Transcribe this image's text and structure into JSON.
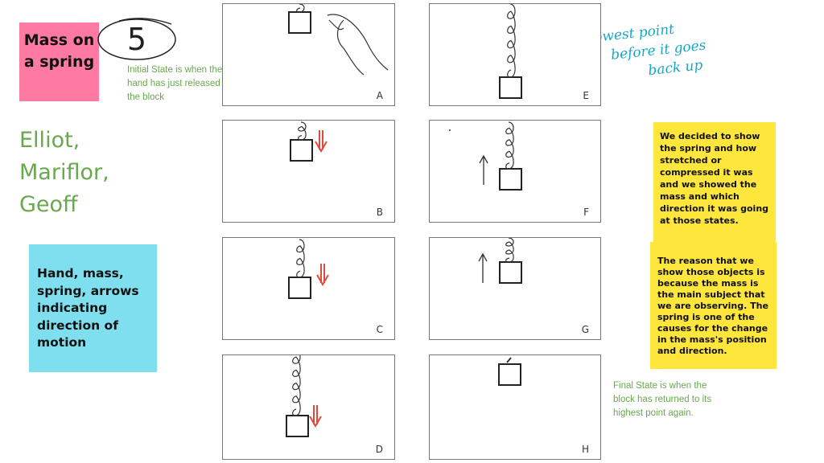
{
  "title_note": {
    "text": "Mass on a spring",
    "color": "#ff7aa3"
  },
  "group_number": "5",
  "initial_state": "Initial State is when the hand has just released the block",
  "final_state": "Final State is when the block has returned to its highest point again.",
  "names": [
    "Elliot,",
    "Mariflor,",
    "Geoff"
  ],
  "objects_note": "Hand, mass, spring, arrows indicating direction of motion",
  "decision_note": "We decided to show the spring and how stretched or compressed it was and we showed the mass and which direction it was going at those states.",
  "reason_note": "The reason that we show those objects is because the mass is the main subject that we are observing. The spring is one of the causes for the change in the mass's position and direction.",
  "annotation": [
    "lowest point",
    "before it goes",
    "back up"
  ],
  "panels": [
    {
      "label": "A"
    },
    {
      "label": "B"
    },
    {
      "label": "C"
    },
    {
      "label": "D"
    },
    {
      "label": "E"
    },
    {
      "label": "F"
    },
    {
      "label": "G"
    },
    {
      "label": "H"
    }
  ],
  "colors": {
    "green": "#6aa84f",
    "yellow": "#ffe63d",
    "blue": "#7fdfee",
    "arrow_red": "#e04a3a",
    "annotation": "#1aa6c4"
  }
}
